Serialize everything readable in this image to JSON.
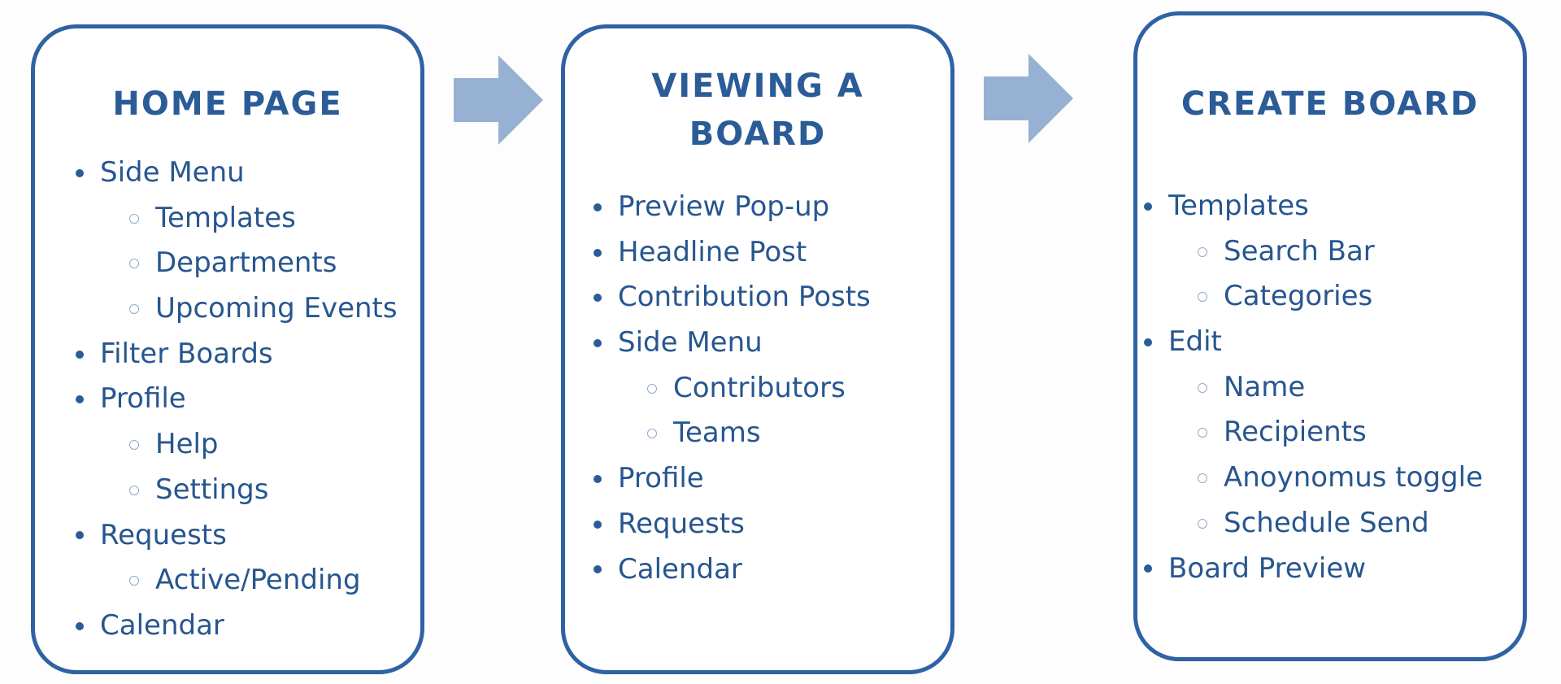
{
  "colors": {
    "border": "#2f62a3",
    "text": "#27568f",
    "arrow": "#97b1d3",
    "sub_bullet": "#8fa9cc"
  },
  "arrows": [
    "right-arrow-icon",
    "right-arrow-icon"
  ],
  "cards": [
    {
      "id": "home",
      "title": "HOME PAGE",
      "items": [
        {
          "level": 1,
          "text": "Side Menu"
        },
        {
          "level": 2,
          "text": "Templates"
        },
        {
          "level": 2,
          "text": "Departments"
        },
        {
          "level": 2,
          "text": "Upcoming Events"
        },
        {
          "level": 1,
          "text": "Filter Boards"
        },
        {
          "level": 1,
          "text": "Profile"
        },
        {
          "level": 2,
          "text": "Help"
        },
        {
          "level": 2,
          "text": "Settings"
        },
        {
          "level": 1,
          "text": "Requests"
        },
        {
          "level": 2,
          "text": "Active/Pending"
        },
        {
          "level": 1,
          "text": "Calendar"
        }
      ]
    },
    {
      "id": "board",
      "title_lines": [
        "VIEWING A",
        "BOARD"
      ],
      "items": [
        {
          "level": 1,
          "text": "Preview Pop-up"
        },
        {
          "level": 1,
          "text": "Headline Post"
        },
        {
          "level": 1,
          "text": "Contribution Posts"
        },
        {
          "level": 1,
          "text": "Side Menu"
        },
        {
          "level": 2,
          "text": "Contributors"
        },
        {
          "level": 2,
          "text": "Teams"
        },
        {
          "level": 1,
          "text": "Profile"
        },
        {
          "level": 1,
          "text": "Requests"
        },
        {
          "level": 1,
          "text": "Calendar"
        }
      ]
    },
    {
      "id": "create",
      "title": "CREATE BOARD",
      "items": [
        {
          "level": 1,
          "text": "Templates"
        },
        {
          "level": 2,
          "text": "Search Bar"
        },
        {
          "level": 2,
          "text": "Categories"
        },
        {
          "level": 1,
          "text": "Edit"
        },
        {
          "level": 2,
          "text": "Name"
        },
        {
          "level": 2,
          "text": "Recipients"
        },
        {
          "level": 2,
          "text": "Anoynomus toggle"
        },
        {
          "level": 2,
          "text": "Schedule Send"
        },
        {
          "level": 1,
          "text": "Board Preview"
        }
      ]
    }
  ]
}
